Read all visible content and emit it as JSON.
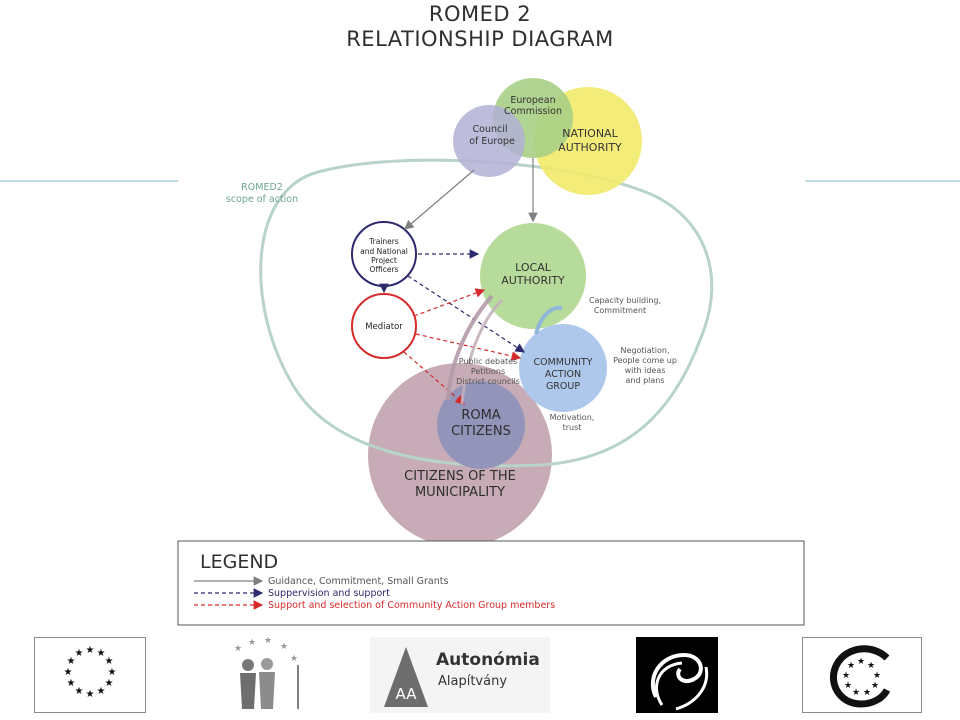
{
  "title": {
    "line1": "ROMED 2",
    "line2": "RELATIONSHIP DIAGRAM"
  },
  "scope_label": {
    "line1": "ROMED2",
    "line2": "scope of action"
  },
  "nodes": {
    "european_commission": {
      "line1": "European",
      "line2": "Commission",
      "color": "#a9cf86"
    },
    "council_of_europe": {
      "line1": "Council",
      "line2": "of Europe",
      "color": "#b3b0d5"
    },
    "national_authority": {
      "line1": "NATIONAL",
      "line2": "AUTHORITY",
      "color": "#f2ea6a"
    },
    "trainers": {
      "line1": "Trainers",
      "line2": "and National",
      "line3": "Project",
      "line4": "Officers",
      "color": "#2e2a6e"
    },
    "local_authority": {
      "line1": "LOCAL",
      "line2": "AUTHORITY",
      "color": "#b7db9b"
    },
    "mediator": {
      "line1": "Mediator",
      "color": "#d62b2b"
    },
    "community_action_group": {
      "line1": "COMMUNITY",
      "line2": "ACTION",
      "line3": "GROUP",
      "color": "#adc8ea"
    },
    "roma_citizens": {
      "line1": "ROMA",
      "line2": "CITIZENS",
      "color": "#8f92ba"
    },
    "citizens_municipality": {
      "line1": "CITIZENS OF THE",
      "line2": "MUNICIPALITY",
      "color": "#c4a6b2"
    }
  },
  "annotations": {
    "capacity": {
      "line1": "Capacity building,",
      "line2": "Commitment"
    },
    "negotiation": {
      "line1": "Negotiation,",
      "line2": "People come up",
      "line3": "with ideas",
      "line4": "and plans"
    },
    "public": {
      "line1": "Public debates",
      "line2": "Petitions",
      "line3": "District councils"
    },
    "motivation": {
      "line1": "Motivation,",
      "line2": "trust"
    }
  },
  "legend": {
    "title": "LEGEND",
    "items": [
      {
        "label": "Guidance, Commitment, Small Grants",
        "color": "#808080",
        "style": "solid"
      },
      {
        "label": "Suppervision and support",
        "color": "#2e2a6e",
        "style": "dashed"
      },
      {
        "label": "Support and selection of Community Action Group members",
        "color": "#d62b2b",
        "style": "dashed"
      }
    ]
  },
  "logos": {
    "eu": "eu-flag-logo",
    "figures": "roma-figures-logo",
    "autonomia": {
      "line1": "Autonómia",
      "line2": "Alapítvány",
      "mark": "AA"
    },
    "swirl": "swirl-logo",
    "coe": "council-of-europe-logo"
  }
}
